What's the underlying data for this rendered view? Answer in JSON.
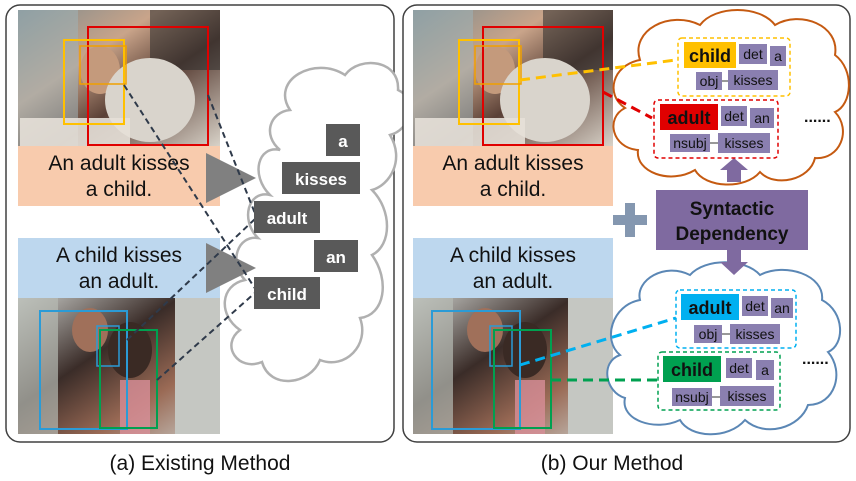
{
  "panels": {
    "a": {
      "caption_top": [
        "An adult kisses",
        "a child."
      ],
      "caption_bottom": [
        "A child kisses",
        "an adult."
      ],
      "words": [
        "a",
        "kisses",
        "adult",
        "an",
        "child"
      ],
      "title": "(a) Existing Method"
    },
    "b": {
      "caption_top": [
        "An adult kisses",
        "a child."
      ],
      "caption_bottom": [
        "A child kisses",
        "an adult."
      ],
      "center_label": [
        "Syntactic",
        "Dependency"
      ],
      "plus": "+",
      "cloud_top": {
        "groups": [
          {
            "head": "child",
            "det_label": "det",
            "det_word": "a",
            "rel_label": "obj",
            "verb": "kisses"
          },
          {
            "head": "adult",
            "det_label": "det",
            "det_word": "an",
            "rel_label": "nsubj",
            "verb": "kisses"
          }
        ],
        "ellipsis": "......"
      },
      "cloud_bottom": {
        "groups": [
          {
            "head": "adult",
            "det_label": "det",
            "det_word": "an",
            "rel_label": "obj",
            "verb": "kisses"
          },
          {
            "head": "child",
            "det_label": "det",
            "det_word": "a",
            "rel_label": "nsubj",
            "verb": "kisses"
          }
        ],
        "ellipsis": "......"
      },
      "title": "(b) Our Method"
    }
  },
  "colors": {
    "peach": "#f8cbad",
    "lightblue": "#bdd7ee",
    "word_box": "#595959",
    "tag_box": "#8a7fb0",
    "center_box": "#7f6aa0",
    "yellow": "#ffc000",
    "red": "#e00000",
    "cyan": "#00b0f0",
    "green": "#00a050",
    "orange_cloud": "#c55a11",
    "blue_cloud": "#5b87b5"
  }
}
